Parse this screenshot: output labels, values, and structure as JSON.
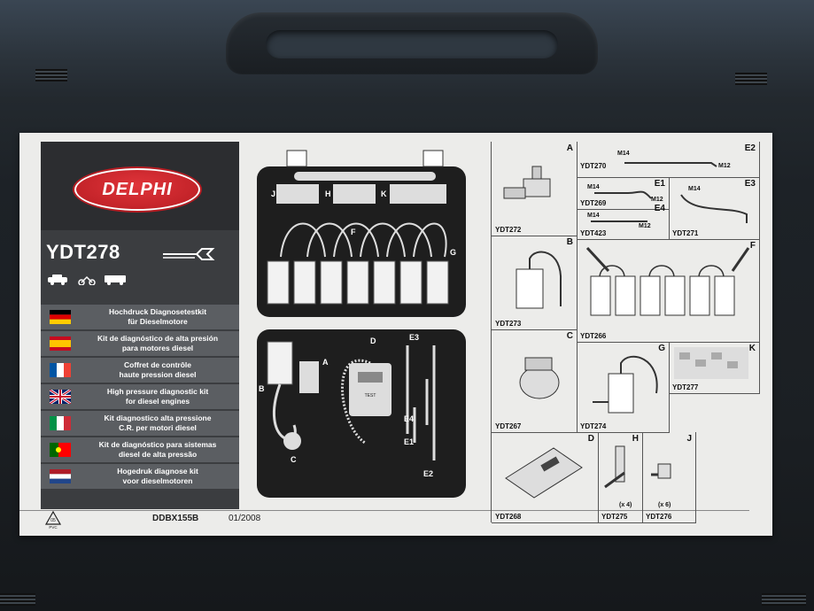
{
  "brand": {
    "logo_text": "DELPHI",
    "model": "YDT278"
  },
  "languages": [
    {
      "flag": "de",
      "line1": "Hochdruck Diagnosetestkit",
      "line2": "für Dieselmotore"
    },
    {
      "flag": "es",
      "line1": "Kit de diagnóstico de alta presión",
      "line2": "para motores diesel"
    },
    {
      "flag": "fr",
      "line1": "Coffret de contrôle",
      "line2": "haute pression diesel"
    },
    {
      "flag": "gb",
      "line1": "High pressure diagnostic kit",
      "line2": "for diesel engines"
    },
    {
      "flag": "it",
      "line1": "Kit diagnostico alta pressione",
      "line2": "C.R. per motori diesel"
    },
    {
      "flag": "pt",
      "line1": "Kit de diagnóstico para sistemas",
      "line2": "diesel de alta pressão"
    },
    {
      "flag": "nl",
      "line1": "Hogedruk diagnose kit",
      "line2": "voor dieselmotoren"
    }
  ],
  "footer": {
    "recycle_code": "05 PVC",
    "code": "DDBX155B",
    "date": "01/2008"
  },
  "diagram": {
    "top_labels": [
      "J",
      "H",
      "K",
      "F",
      "G"
    ],
    "bottom_labels": [
      "A",
      "B",
      "C",
      "D",
      "E3",
      "E4",
      "E1",
      "E2"
    ],
    "test_label": "TEST"
  },
  "parts": [
    {
      "letter": "A",
      "pn": "YDT272"
    },
    {
      "letter": "E2",
      "pn": "YDT270",
      "sizes": [
        "M14",
        "M12"
      ]
    },
    {
      "letter": "E1",
      "pn": "YDT269",
      "sizes": [
        "M14",
        "M12"
      ]
    },
    {
      "letter": "E3",
      "pn": "YDT271",
      "sizes": [
        "M14"
      ]
    },
    {
      "letter": "E4",
      "pn": "YDT423",
      "sizes": [
        "M14",
        "M12"
      ]
    },
    {
      "letter": "B",
      "pn": "YDT273"
    },
    {
      "letter": "F",
      "pn": "YDT266"
    },
    {
      "letter": "C",
      "pn": "YDT267"
    },
    {
      "letter": "G",
      "pn": "YDT274"
    },
    {
      "letter": "K",
      "pn": "YDT277"
    },
    {
      "letter": "D",
      "pn": "YDT268"
    },
    {
      "letter": "H",
      "pn": "YDT275",
      "qty": "(x 4)"
    },
    {
      "letter": "J",
      "pn": "YDT276",
      "qty": "(x 6)"
    }
  ],
  "colors": {
    "brand_red": "#c8202a",
    "label_bg": "#ececea",
    "case": "#1d2227"
  }
}
